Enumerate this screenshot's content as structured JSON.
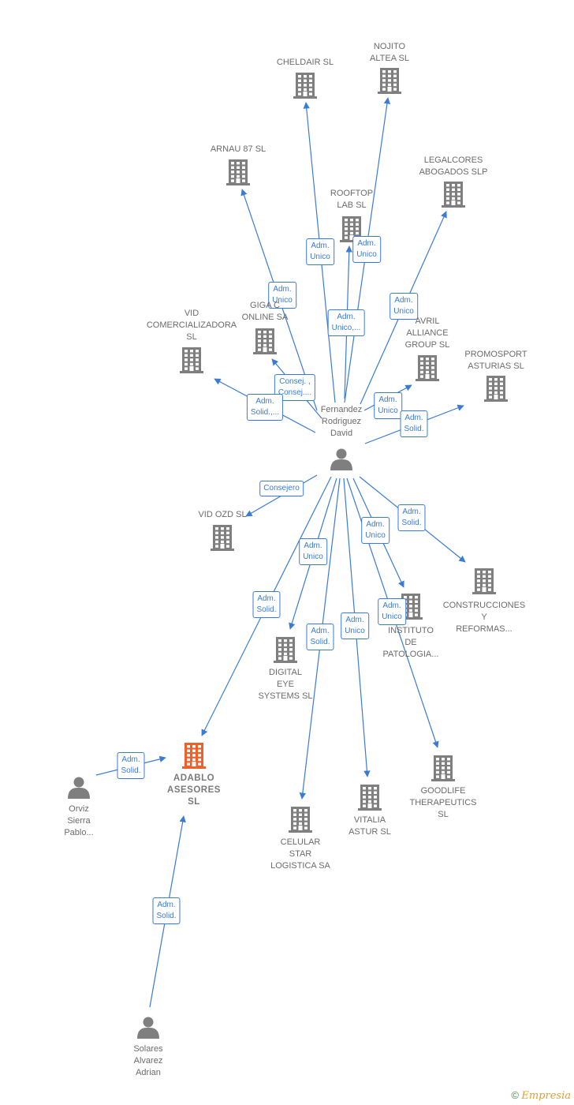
{
  "colors": {
    "edge": "#3a7bd5",
    "company": "#7f7f7f",
    "main_company": "#f0602a",
    "person": "#7f7f7f"
  },
  "companies": [
    {
      "id": "cheldair",
      "label": "CHELDAIR  SL",
      "icon": "building-icon"
    },
    {
      "id": "nojito",
      "label": "NOJITO\nALTEA  SL",
      "icon": "building-icon"
    },
    {
      "id": "arnau",
      "label": "ARNAU 87 SL",
      "icon": "building-icon"
    },
    {
      "id": "legalcores",
      "label": "LEGALCORES\nABOGADOS SLP",
      "icon": "building-icon"
    },
    {
      "id": "rooftop",
      "label": "ROOFTOP\nLAB  SL",
      "icon": "building-icon"
    },
    {
      "id": "giga",
      "label": "GIGA C\nONLINE SA",
      "icon": "building-icon"
    },
    {
      "id": "vidcom",
      "label": "VID\nCOMERCIALIZADORA\nSL",
      "icon": "building-icon"
    },
    {
      "id": "avril",
      "label": "AVRIL\nALLIANCE\nGROUP  SL",
      "icon": "building-icon"
    },
    {
      "id": "promosport",
      "label": "PROMOSPORT\nASTURIAS  SL",
      "icon": "building-icon"
    },
    {
      "id": "vidozd",
      "label": "VID OZD  SL",
      "icon": "building-icon"
    },
    {
      "id": "construcciones",
      "label": "CONSTRUCCIONES\nY\nREFORMAS...",
      "icon": "building-icon"
    },
    {
      "id": "instituto",
      "label": "INSTITUTO\nDE\nPATOLOGIA...",
      "icon": "building-icon"
    },
    {
      "id": "digital",
      "label": "DIGITAL\nEYE\nSYSTEMS  SL",
      "icon": "building-icon"
    },
    {
      "id": "adablo",
      "label": "ADABLO\nASESORES\nSL",
      "icon": "building-icon",
      "main": true
    },
    {
      "id": "goodlife",
      "label": "GOODLIFE\nTHERAPEUTICS\nSL",
      "icon": "building-icon"
    },
    {
      "id": "vitalia",
      "label": "VITALIA\nASTUR SL",
      "icon": "building-icon"
    },
    {
      "id": "celular",
      "label": "CELULAR\nSTAR\nLOGISTICA SA",
      "icon": "building-icon"
    }
  ],
  "people": [
    {
      "id": "fernandez",
      "label": "Fernandez\nRodriguez\nDavid",
      "icon": "person-icon"
    },
    {
      "id": "orviz",
      "label": "Orviz\nSierra\nPablo...",
      "icon": "person-icon"
    },
    {
      "id": "solares",
      "label": "Solares\nAlvarez\nAdrian",
      "icon": "person-icon"
    }
  ],
  "edges": [
    {
      "from": "fernandez",
      "to": "cheldair",
      "label": "Adm.\nUnico"
    },
    {
      "from": "fernandez",
      "to": "nojito",
      "label": "Adm.\nUnico"
    },
    {
      "from": "fernandez",
      "to": "arnau",
      "label": "Adm.\nUnico"
    },
    {
      "from": "fernandez",
      "to": "rooftop",
      "label": "Adm.\nUnico,..."
    },
    {
      "from": "fernandez",
      "to": "legalcores",
      "label": "Adm.\nUnico"
    },
    {
      "from": "fernandez",
      "to": "giga",
      "label": "Consej. ,\nConsej...."
    },
    {
      "from": "fernandez",
      "to": "vidcom",
      "label": "Adm.\nSolid.,..."
    },
    {
      "from": "fernandez",
      "to": "avril",
      "label": "Adm.\nUnico"
    },
    {
      "from": "fernandez",
      "to": "promosport",
      "label": "Adm.\nSolid."
    },
    {
      "from": "fernandez",
      "to": "vidozd",
      "label": "Consejero"
    },
    {
      "from": "fernandez",
      "to": "construcciones",
      "label": "Adm.\nSolid."
    },
    {
      "from": "fernandez",
      "to": "instituto",
      "label": "Adm.\nUnico"
    },
    {
      "from": "fernandez",
      "to": "digital",
      "label": "Adm.\nUnico"
    },
    {
      "from": "fernandez",
      "to": "adablo",
      "label": "Adm.\nSolid."
    },
    {
      "from": "fernandez",
      "to": "goodlife",
      "label": "Adm.\nUnico"
    },
    {
      "from": "fernandez",
      "to": "vitalia",
      "label": "Adm.\nUnico"
    },
    {
      "from": "fernandez",
      "to": "celular",
      "label": "Adm.\nSolid."
    },
    {
      "from": "orviz",
      "to": "adablo",
      "label": "Adm.\nSolid."
    },
    {
      "from": "solares",
      "to": "adablo",
      "label": "Adm.\nSolid."
    }
  ],
  "footer": {
    "copyright_symbol": "©",
    "brand": "Empresia"
  }
}
